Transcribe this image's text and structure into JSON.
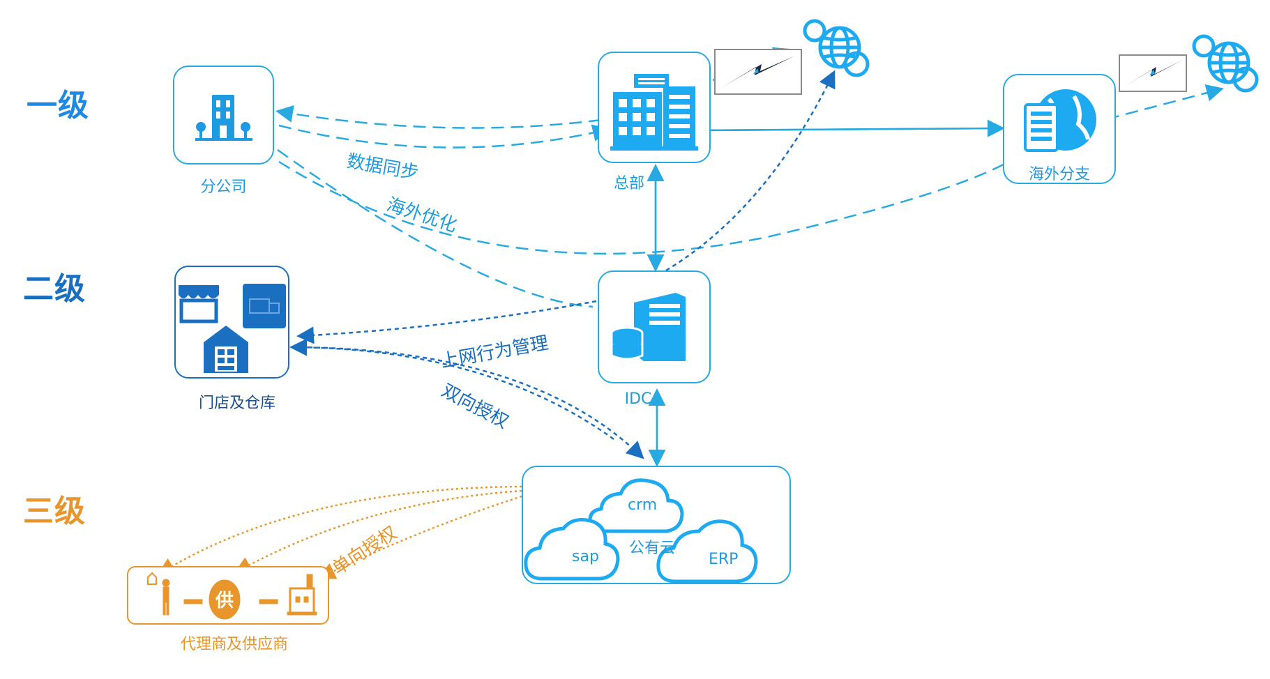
{
  "levels": {
    "level1": "一级",
    "level2": "二级",
    "level3": "三级"
  },
  "nodes": {
    "branch": "分公司",
    "hq": "总部",
    "overseas_branch": "海外分支",
    "stores": "门店及仓库",
    "idc": "IDC",
    "public_cloud": "公有云",
    "agents": "代理商及供应商"
  },
  "clouds": {
    "crm": "crm",
    "sap": "sap",
    "erp": "ERP"
  },
  "edges": {
    "data_sync": "数据同步",
    "overseas_opt": "海外优化",
    "internet_mgmt": "上网行为管理",
    "bidirectional_auth": "双向授权",
    "unidirectional_auth": "单向授权"
  },
  "colors": {
    "light_blue": "#27a9e1",
    "dark_blue": "#1a6fc0",
    "orange": "#e8952b"
  }
}
